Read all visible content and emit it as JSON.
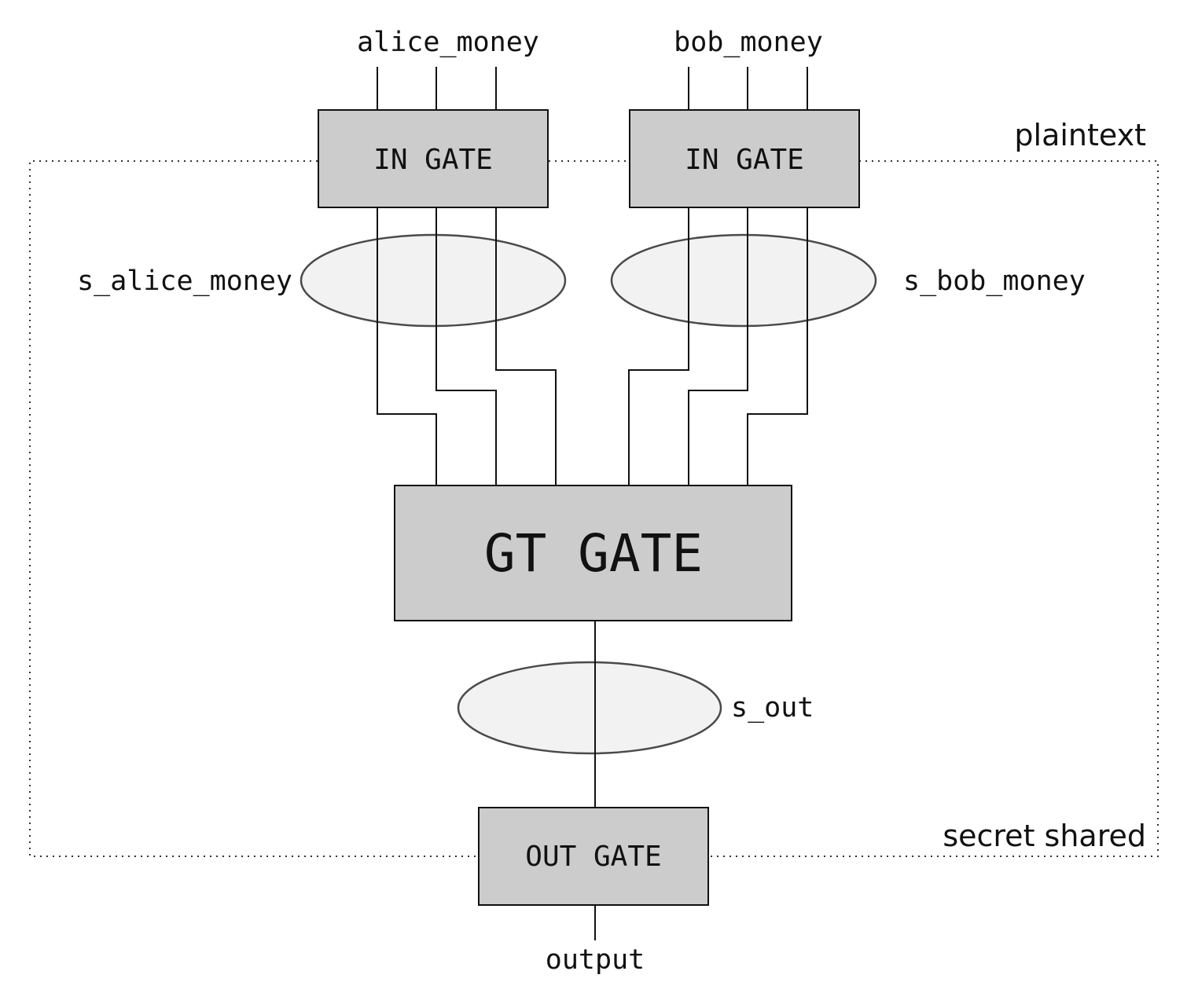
{
  "colors": {
    "gate_fill": "#cccccc",
    "share_fill": "#f2f2f2",
    "line": "#111111",
    "background": "#ffffff"
  },
  "inputs": {
    "alice": "alice_money",
    "bob": "bob_money"
  },
  "gates": {
    "in_alice": "IN GATE",
    "in_bob": "IN GATE",
    "gt": "GT GATE",
    "out": "OUT GATE"
  },
  "shares": {
    "alice": "s_alice_money",
    "bob": "s_bob_money",
    "out": "s_out"
  },
  "regions": {
    "plaintext": "plaintext",
    "secret_shared": "secret shared"
  },
  "output": "output"
}
